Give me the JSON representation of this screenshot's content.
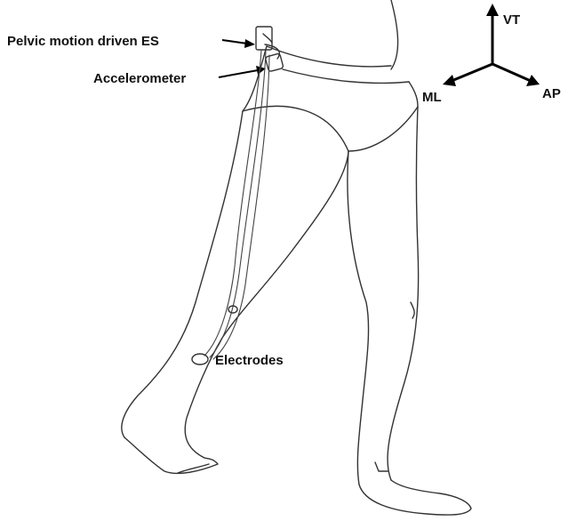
{
  "labels": {
    "device": "Pelvic motion driven ES",
    "accelerometer": "Accelerometer",
    "electrodes": "Electrodes"
  },
  "axes": {
    "vertical": "VT",
    "mediolateral": "ML",
    "anteroposterior": "AP"
  }
}
